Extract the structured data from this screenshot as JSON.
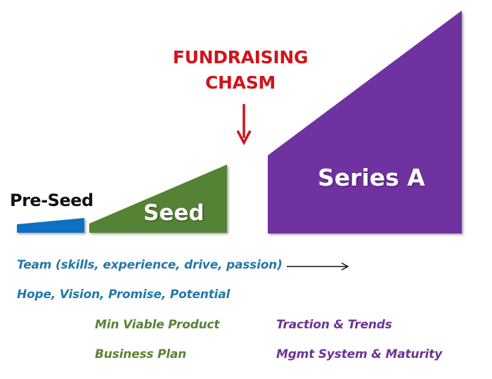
{
  "colors": {
    "pre_seed": "#0a6fc2",
    "seed": "#548235",
    "series_a": "#7030a0",
    "chasm": "#d0141b",
    "team_text": "#2279a8",
    "seed_text": "#5a8236",
    "series_text": "#6d3493"
  },
  "stages": {
    "pre_seed": "Pre-Seed",
    "seed": "Seed",
    "series_a": "Series A"
  },
  "chasm": {
    "line1": "FUNDRAISING",
    "line2": "CHASM"
  },
  "criteria": {
    "team": "Team (skills, experience, drive, passion)",
    "hope": "Hope, Vision, Promise, Potential",
    "mvp": "Min Viable Product",
    "business_plan": "Business Plan",
    "traction": "Traction & Trends",
    "mgmt": "Mgmt System & Maturity"
  }
}
